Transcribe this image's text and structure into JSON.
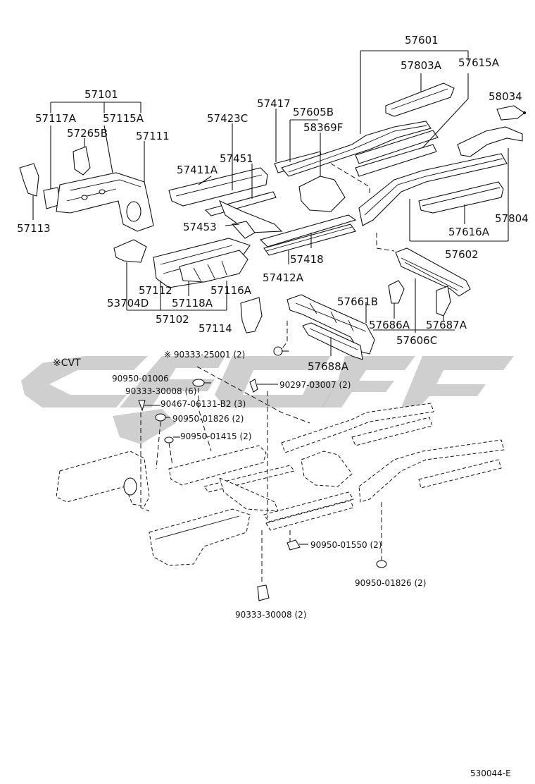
{
  "labels": {
    "l57601": "57601",
    "l57803A": "57803A",
    "l57615A": "57615A",
    "l58034": "58034",
    "l57101": "57101",
    "l57117A": "57117A",
    "l57115A": "57115A",
    "l57265B": "57265B",
    "l57111": "57111",
    "l57113": "57113",
    "l57417": "57417",
    "l57423C": "57423C",
    "l57605B": "57605B",
    "l58369F": "58369F",
    "l57411A": "57411A",
    "l57451": "57451",
    "l57453": "57453",
    "l57418": "57418",
    "l57412A": "57412A",
    "l57112": "57112",
    "l57116A": "57116A",
    "l53704D": "53704D",
    "l57118A": "57118A",
    "l57102": "57102",
    "l57114": "57114",
    "l57804": "57804",
    "l57616A": "57616A",
    "l57602": "57602",
    "l57661B": "57661B",
    "l57686A": "57686A",
    "l57687A": "57687A",
    "l57606C": "57606C",
    "l57688A": "57688A",
    "cvt_note": "※CVT",
    "b1": "※ 90333-25001 (2)",
    "b2": "90950-01006",
    "b3": "90297-03007 (2)",
    "b4": "90333-30008 (6)",
    "b5": "90467-06131-B2 (3)",
    "b6": "90950-01826 (2)",
    "b7": "90950-01415 (2)",
    "b8": "90950-01550 (2)",
    "b9": "90950-01826 (2)",
    "b10": "90333-30008 (2)",
    "ref": "530044-E"
  }
}
